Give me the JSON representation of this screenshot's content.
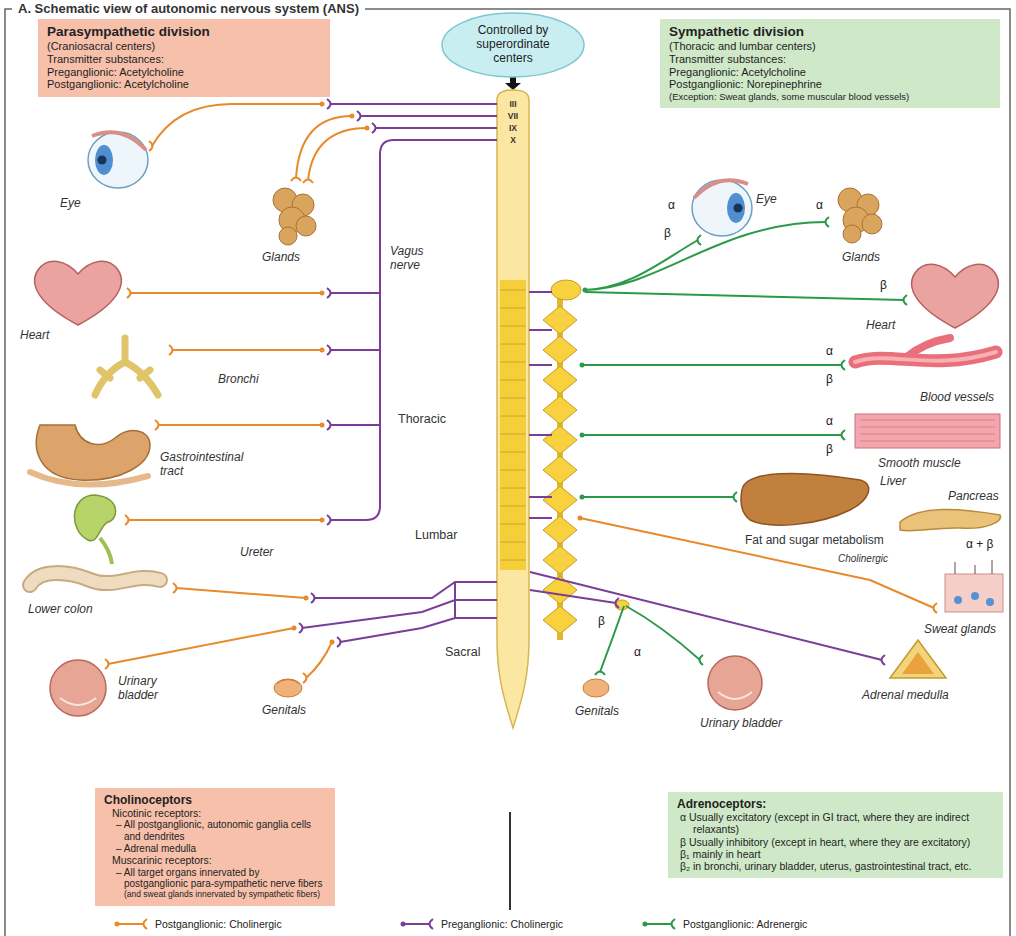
{
  "diagram": {
    "title": "A. Schematic view of autonomic nervous system (ANS)",
    "nodes": [
      {
        "text": [
          "Parasympathetic division",
          "(Craniosacral centers)",
          "Transmitter substances:",
          "Preganglionic: Acetylcholine",
          "Postganglionic: Acetylcholine"
        ]
      },
      {
        "text": [
          "Controlled by superordinate centers"
        ]
      },
      {
        "text": [
          "Sympathetic division",
          "(Thoracic and lumbar centers)",
          "Transmitter substances:",
          "Preganglionic: Acetylcholine",
          "Postganglionic: Norepinephrine",
          "(Exception: Sweat glands, some muscular blood vessels)"
        ]
      },
      {
        "text": [
          "Cholinoceptors",
          "Nicotinic receptors:",
          "– All postganglionic, autonomic ganglia cells and dendrites",
          "– Adrenal medulla",
          "Muscarinic receptors:",
          "– All target organs innervated by postganglionic para-sympathetic nerve fibers",
          "(and sweat glands innervated by sympathetic fibers)"
        ]
      },
      {
        "text": [
          "Adrenoceptors:",
          "α Usually excitatory (except in GI tract, where they are indirect relaxants)",
          "β Usually inhibitory (except in heart, where they are excitatory)",
          "β₁ mainly in heart",
          "β₂ in bronchi, urinary bladder, uterus, gastrointestinal tract, etc."
        ]
      }
    ],
    "labels": [
      "III",
      "VII",
      "IX",
      "X",
      "Eye",
      "Glands",
      "Heart",
      "Vagus nerve",
      "Bronchi",
      "Gastrointestinal tract",
      "Thoracic",
      "Ureter",
      "Lumbar",
      "Lower colon",
      "Urinary bladder",
      "Genitals",
      "Sacral",
      "α",
      "β",
      "Eye",
      "α",
      "Glands",
      "β",
      "Heart",
      "α",
      "β",
      "Blood vessels",
      "α",
      "β",
      "Smooth muscle",
      "Liver",
      "Pancreas",
      "α + β",
      "Fat and sugar metabolism",
      "Cholinergic",
      "Sweat glands",
      "β",
      "Genitals",
      "α",
      "Urinary bladder",
      "Adrenal medulla"
    ],
    "legend": [
      {
        "text": "Postganglionic: Cholinergic"
      },
      {
        "text": "Preganglionic: Cholinergic"
      },
      {
        "text": "Postganglionic: Adrenergic"
      }
    ]
  }
}
